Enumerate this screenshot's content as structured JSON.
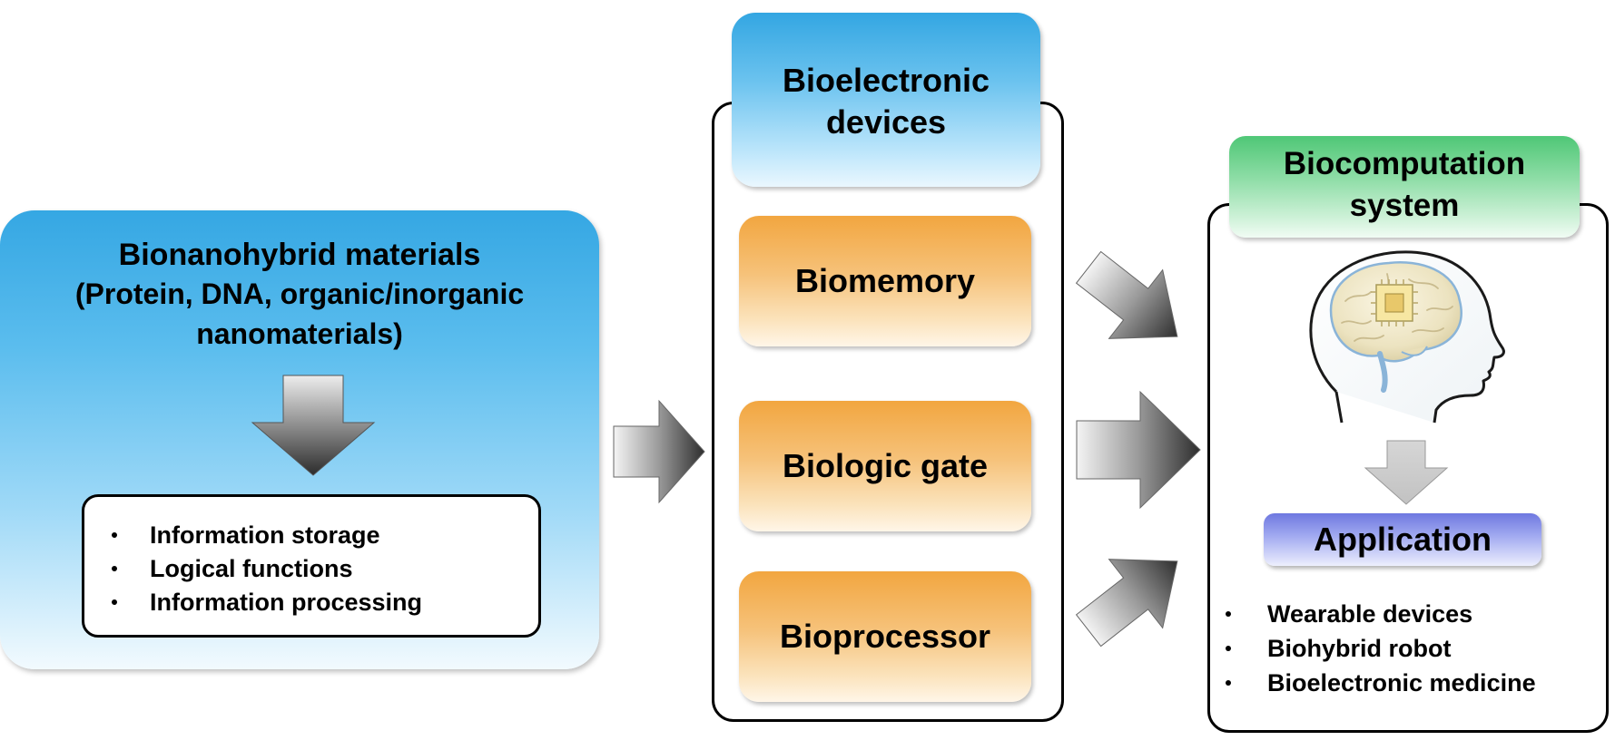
{
  "materials": {
    "title": "Bionanohybrid materials",
    "subtitle_line1": "(Protein, DNA, organic/inorganic",
    "subtitle_line2": "nanomaterials)",
    "functions": [
      "Information storage",
      "Logical functions",
      "Information processing"
    ]
  },
  "devices": {
    "header_line1": "Bioelectronic",
    "header_line2": "devices",
    "items": [
      "Biomemory",
      "Biologic gate",
      "Bioprocessor"
    ]
  },
  "system": {
    "header_line1": "Biocomputation",
    "header_line2": "system",
    "icon": "brain-chip-head-icon",
    "application_label": "Application",
    "applications": [
      "Wearable devices",
      "Biohybrid robot",
      "Bioelectronic medicine"
    ]
  },
  "colors": {
    "materials_blue": "#4db5ea",
    "device_header_blue": "#4fb3e8",
    "device_item_orange": "#f4b055",
    "system_header_green": "#6fd28f",
    "application_purple": "#8c95ea",
    "arrow_dark": "#3a3a3a"
  }
}
